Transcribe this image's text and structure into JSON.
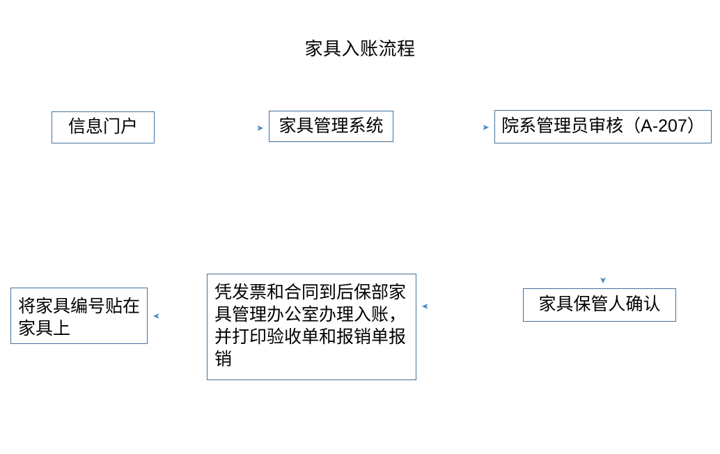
{
  "diagram": {
    "title": "家具入账流程",
    "type": "flowchart",
    "accent_color": "#41709c",
    "arrow_color": "#5b9bd5",
    "background_color": "#ffffff",
    "text_color": "#000000",
    "nodes": [
      {
        "id": "portal",
        "label": "信息门户"
      },
      {
        "id": "system",
        "label": "家具管理系统"
      },
      {
        "id": "review",
        "label": "院系管理员审核（A-207）"
      },
      {
        "id": "keeper",
        "label": "家具保管人确认"
      },
      {
        "id": "register",
        "label": "凭发票和合同到后保部家具管理办公室办理入账，并打印验收单和报销单报销"
      },
      {
        "id": "label_tag",
        "label": "将家具编号贴在家具上"
      }
    ],
    "edges": [
      {
        "from": "portal",
        "to": "system",
        "direction": "right"
      },
      {
        "from": "system",
        "to": "review",
        "direction": "right"
      },
      {
        "from": "review",
        "to": "keeper",
        "direction": "down"
      },
      {
        "from": "keeper",
        "to": "register",
        "direction": "left"
      },
      {
        "from": "register",
        "to": "label_tag",
        "direction": "left"
      }
    ]
  }
}
